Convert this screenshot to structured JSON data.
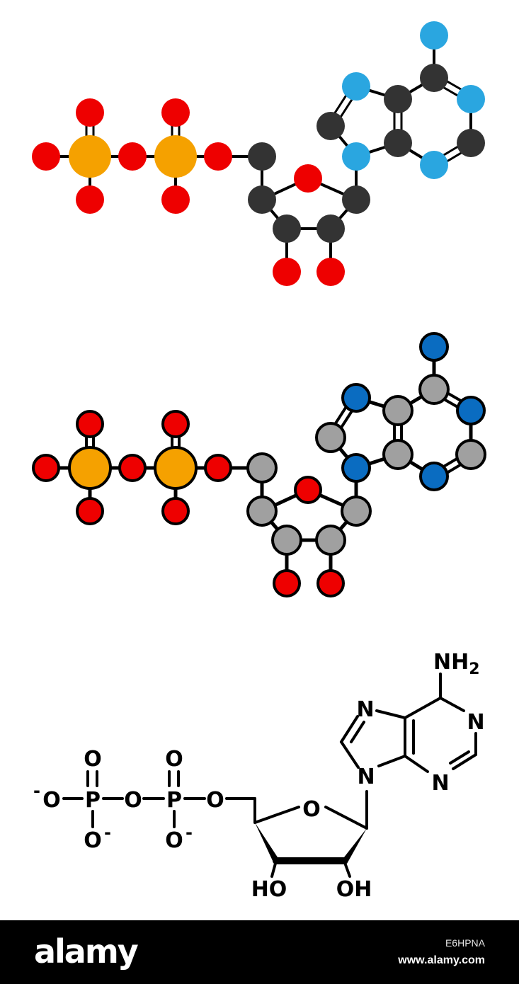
{
  "colors": {
    "background": "#ffffff",
    "oxygen": "#ee0000",
    "phosphorus": "#f5a100",
    "carbon_ball": "#333333",
    "nitrogen_ball": "#2aa6e0",
    "carbon_flat": "#a0a0a0",
    "nitrogen_flat": "#0a6cc1",
    "outline": "#000000",
    "footer": "#000000"
  },
  "skeletal_labels": {
    "amine": "NH",
    "amine_sub": "2",
    "n7": "N",
    "n1": "N",
    "n3": "N",
    "n9": "N",
    "ring_o": "O",
    "bridge_o": "O",
    "ester_o": "O",
    "oxide_o_left": "O",
    "oxide_charge_left": "-",
    "phosphorus_1": "P",
    "phosphorus_2": "P",
    "oxo_o_1": "O",
    "oxo_o_2": "O",
    "oxide_o_1": "O",
    "oxide_charge_1": "-",
    "oxide_o_2": "O",
    "oxide_charge_2": "-",
    "hydroxyl_3": "HO",
    "hydroxyl_2": "OH"
  },
  "footer": {
    "brand": "alamy",
    "image_id": "E6HPNA",
    "url": "www.alamy.com"
  }
}
